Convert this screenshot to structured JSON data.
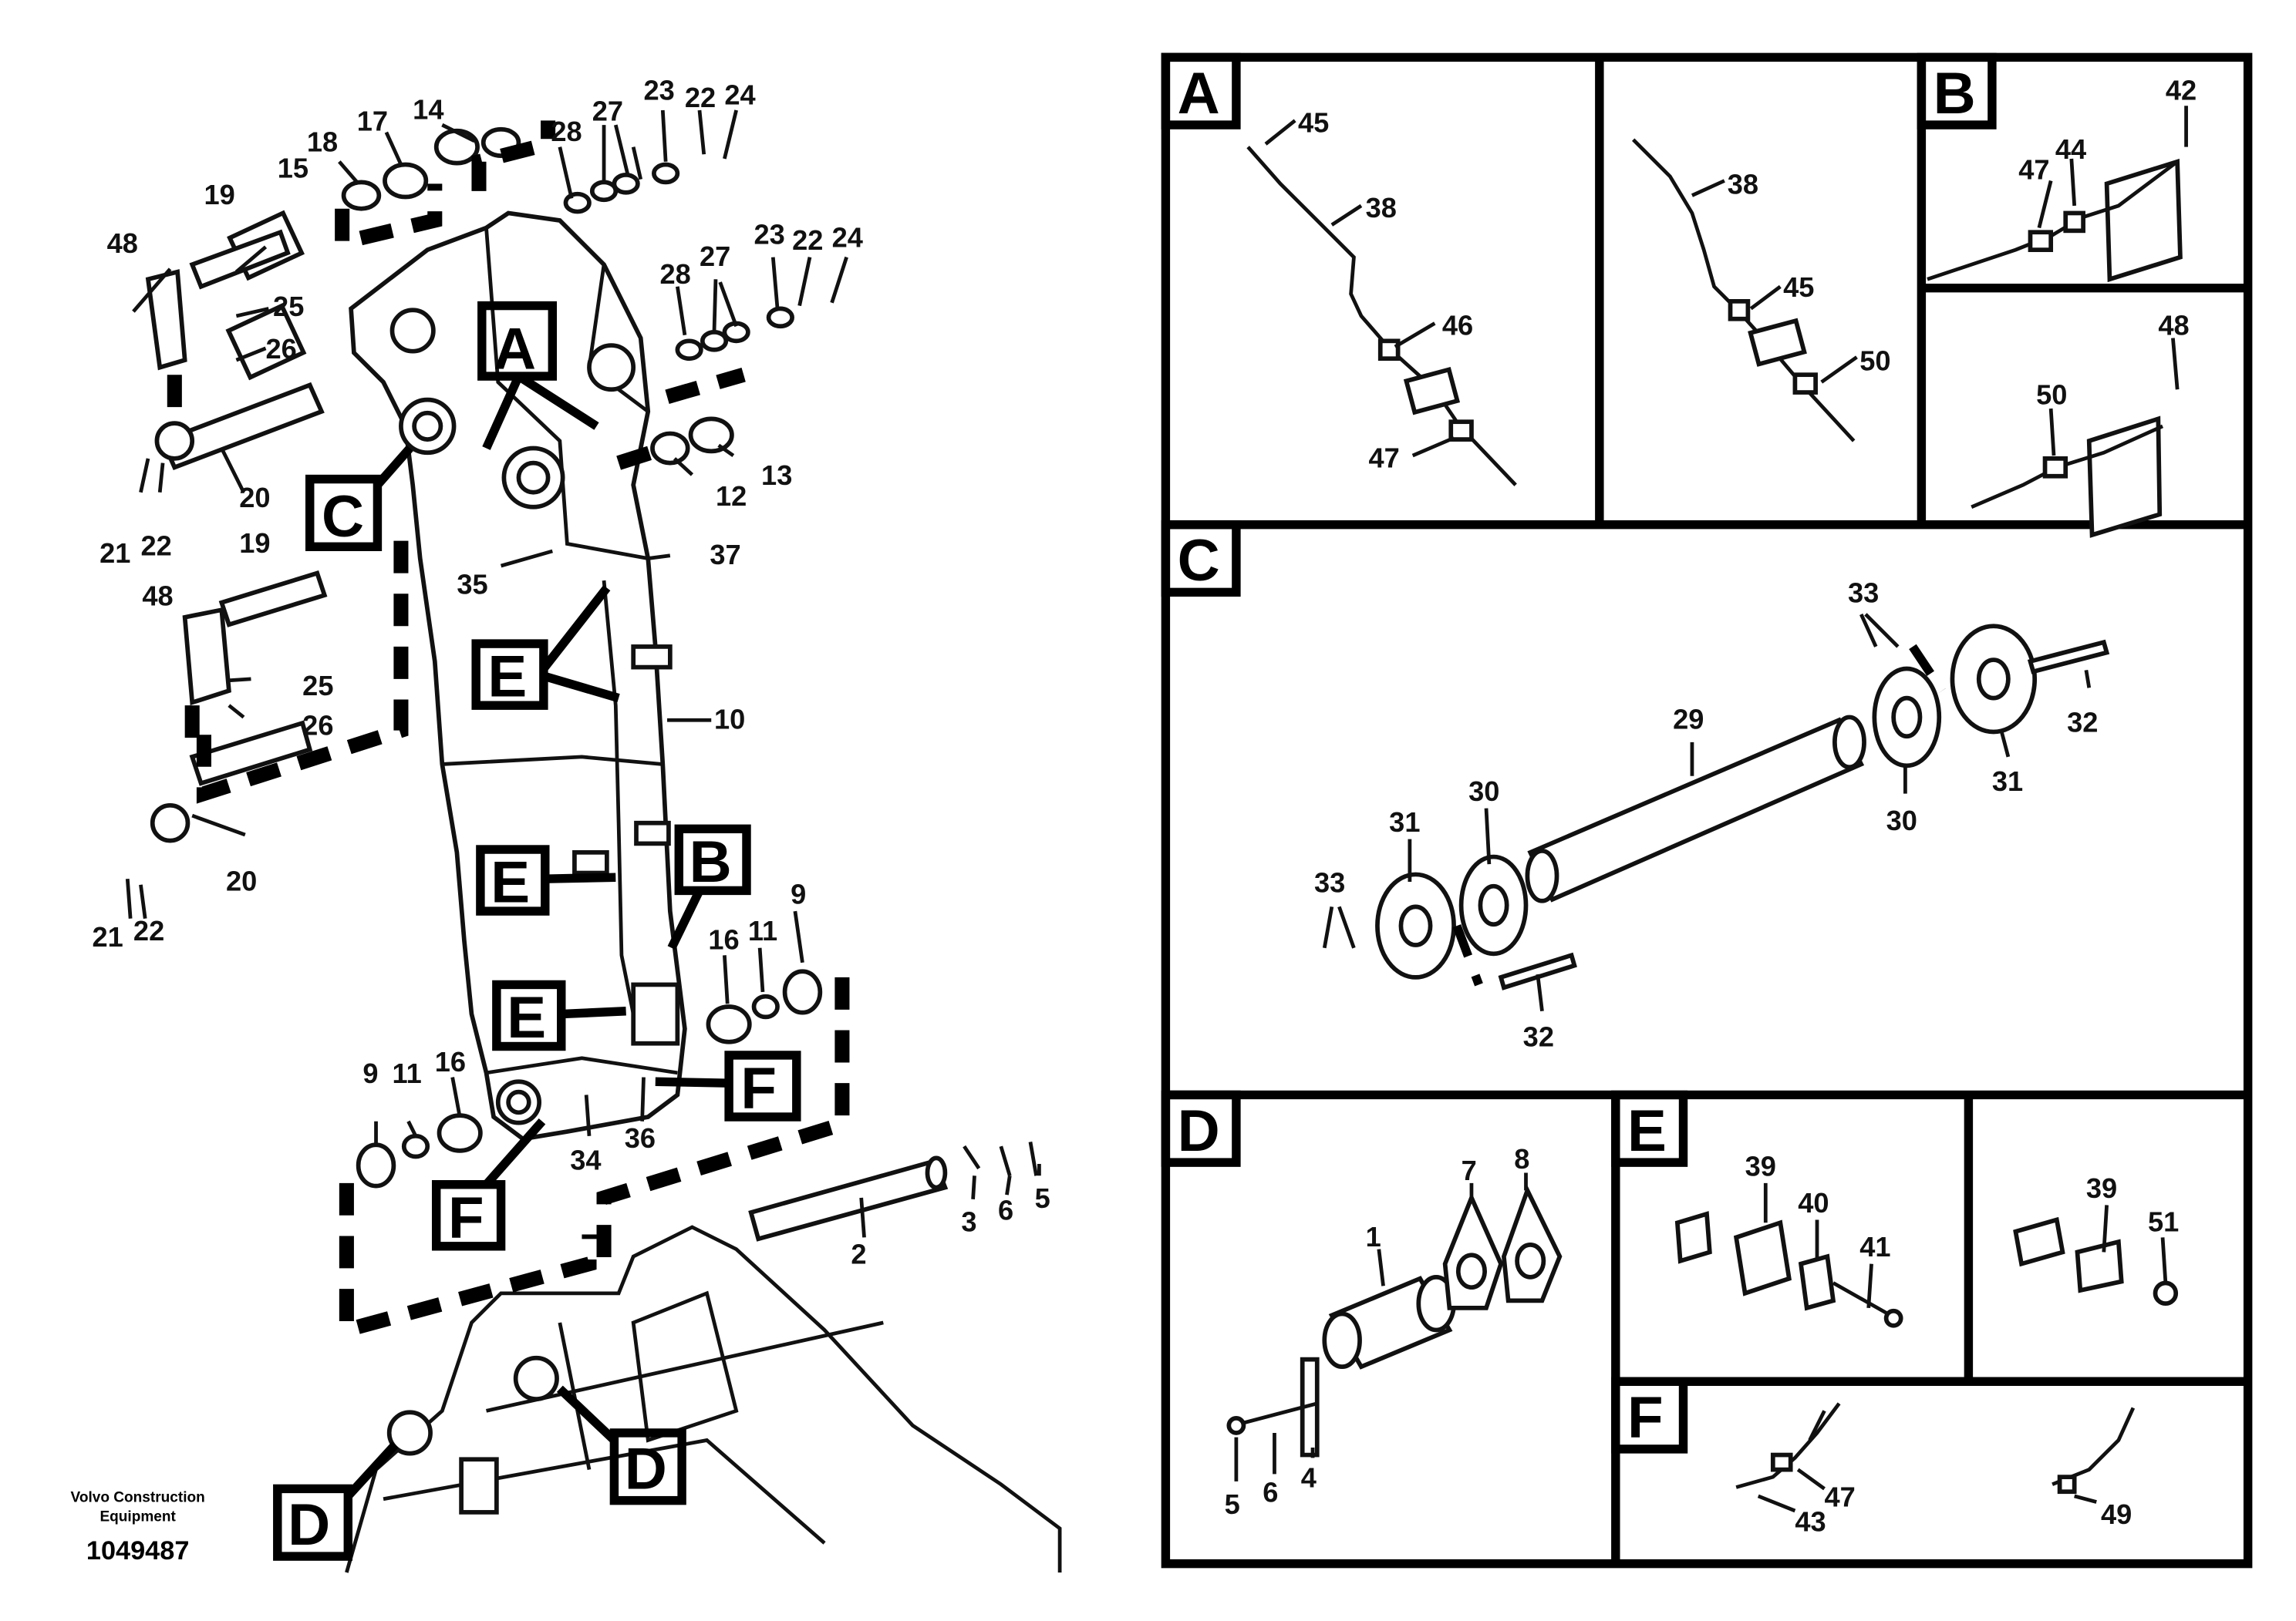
{
  "footer": {
    "maker_line1": "Volvo Construction",
    "maker_line2": "Equipment",
    "document_number": "1049487"
  },
  "main_view": {
    "callouts": [
      "14",
      "17",
      "18",
      "15",
      "19",
      "48",
      "25",
      "26",
      "20",
      "21",
      "22",
      "23",
      "27",
      "28",
      "24",
      "13",
      "12",
      "35",
      "37",
      "10",
      "9",
      "11",
      "16",
      "34",
      "36",
      "2",
      "3",
      "6",
      "5"
    ],
    "detail_labels": [
      "A",
      "B",
      "C",
      "D",
      "E",
      "F"
    ]
  },
  "panels": {
    "A": {
      "label": "A",
      "callouts": [
        "45",
        "38",
        "46",
        "47",
        "38",
        "45",
        "50"
      ]
    },
    "B": {
      "label": "B",
      "callouts": [
        "42",
        "47",
        "44",
        "48",
        "50"
      ]
    },
    "C": {
      "label": "C",
      "callouts": [
        "33",
        "32",
        "29",
        "31",
        "30",
        "30",
        "31",
        "33",
        "32"
      ]
    },
    "D": {
      "label": "D",
      "callouts": [
        "7",
        "8",
        "1",
        "5",
        "6",
        "4"
      ]
    },
    "E": {
      "label": "E",
      "callouts": [
        "39",
        "40",
        "41",
        "39",
        "51"
      ]
    },
    "F": {
      "label": "F",
      "callouts": [
        "47",
        "43",
        "49"
      ]
    }
  }
}
